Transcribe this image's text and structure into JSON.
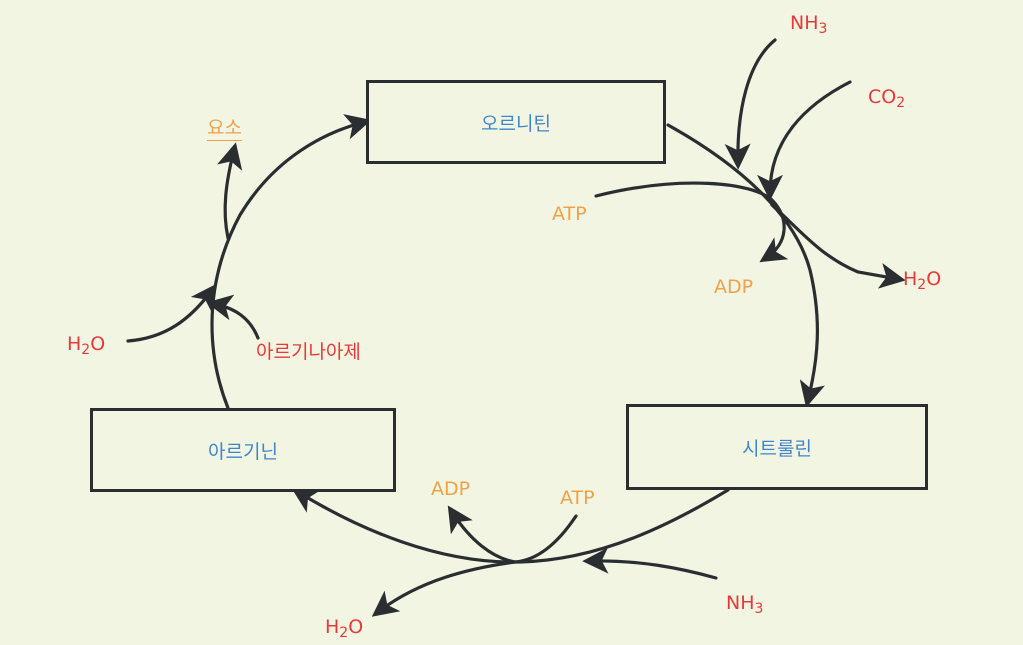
{
  "boxes": {
    "ornithine": "오르니틴",
    "citrulline": "시트룰린",
    "arginine": "아르기닌"
  },
  "labels": {
    "nh3_top": {
      "base": "NH",
      "sub": "3"
    },
    "co2": {
      "base": "CO",
      "sub": "2"
    },
    "atp_top": "ATP",
    "adp_top": "ADP",
    "h2o_right": {
      "base": "H",
      "sub": "2",
      "tail": "O"
    },
    "adp_bottom": "ADP",
    "atp_bottom": "ATP",
    "nh3_bottom": {
      "base": "NH",
      "sub": "3"
    },
    "h2o_bottom": {
      "base": "H",
      "sub": "2",
      "tail": "O"
    },
    "urea": "요소",
    "h2o_left": {
      "base": "H",
      "sub": "2",
      "tail": "O"
    },
    "arginase": "아르기나아제"
  },
  "colors": {
    "line": "#2b2e31",
    "box_text": "#3f86cc",
    "molecule_red": "#e63a3a",
    "molecule_orange": "#f0a24a",
    "background": "#f1f5e2"
  }
}
